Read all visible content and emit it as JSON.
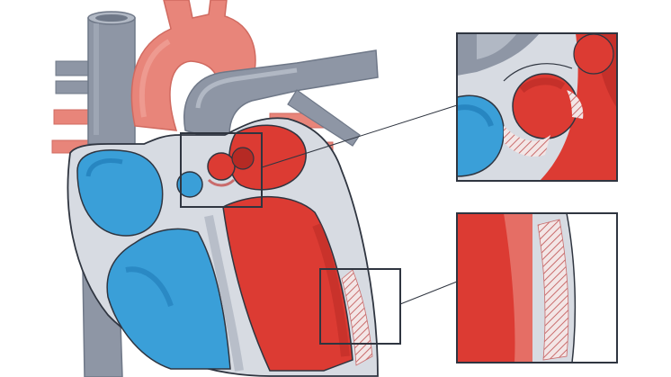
{
  "diagram": {
    "colors": {
      "vein_gray": "#8e96a5",
      "vein_gray_light": "#b1b8c4",
      "vein_gray_dark": "#6f7888",
      "aorta_red": "#e8857a",
      "aorta_red_dark": "#d06a60",
      "oxygenated_red": "#dc3b33",
      "oxygenated_red_dark": "#b52a24",
      "deoxygenated_blue": "#3a9fd8",
      "deoxygenated_blue_dark": "#1f7cb8",
      "wall_light": "#d7dbe2",
      "outline": "#2f3540",
      "hatch": "#c96c6c",
      "inset_border": "#2f3540"
    },
    "parts": [
      "superior-vena-cava",
      "aorta",
      "pulmonary-artery",
      "pulmonary-veins",
      "right-atrium",
      "right-ventricle",
      "left-atrium",
      "left-ventricle",
      "aortic-valve",
      "ventricular-wall",
      "inferior-vena-cava"
    ],
    "callouts": [
      {
        "name": "valve-detail",
        "shows": "aortic-valve"
      },
      {
        "name": "wall-detail",
        "shows": "ventricular-wall"
      }
    ]
  }
}
